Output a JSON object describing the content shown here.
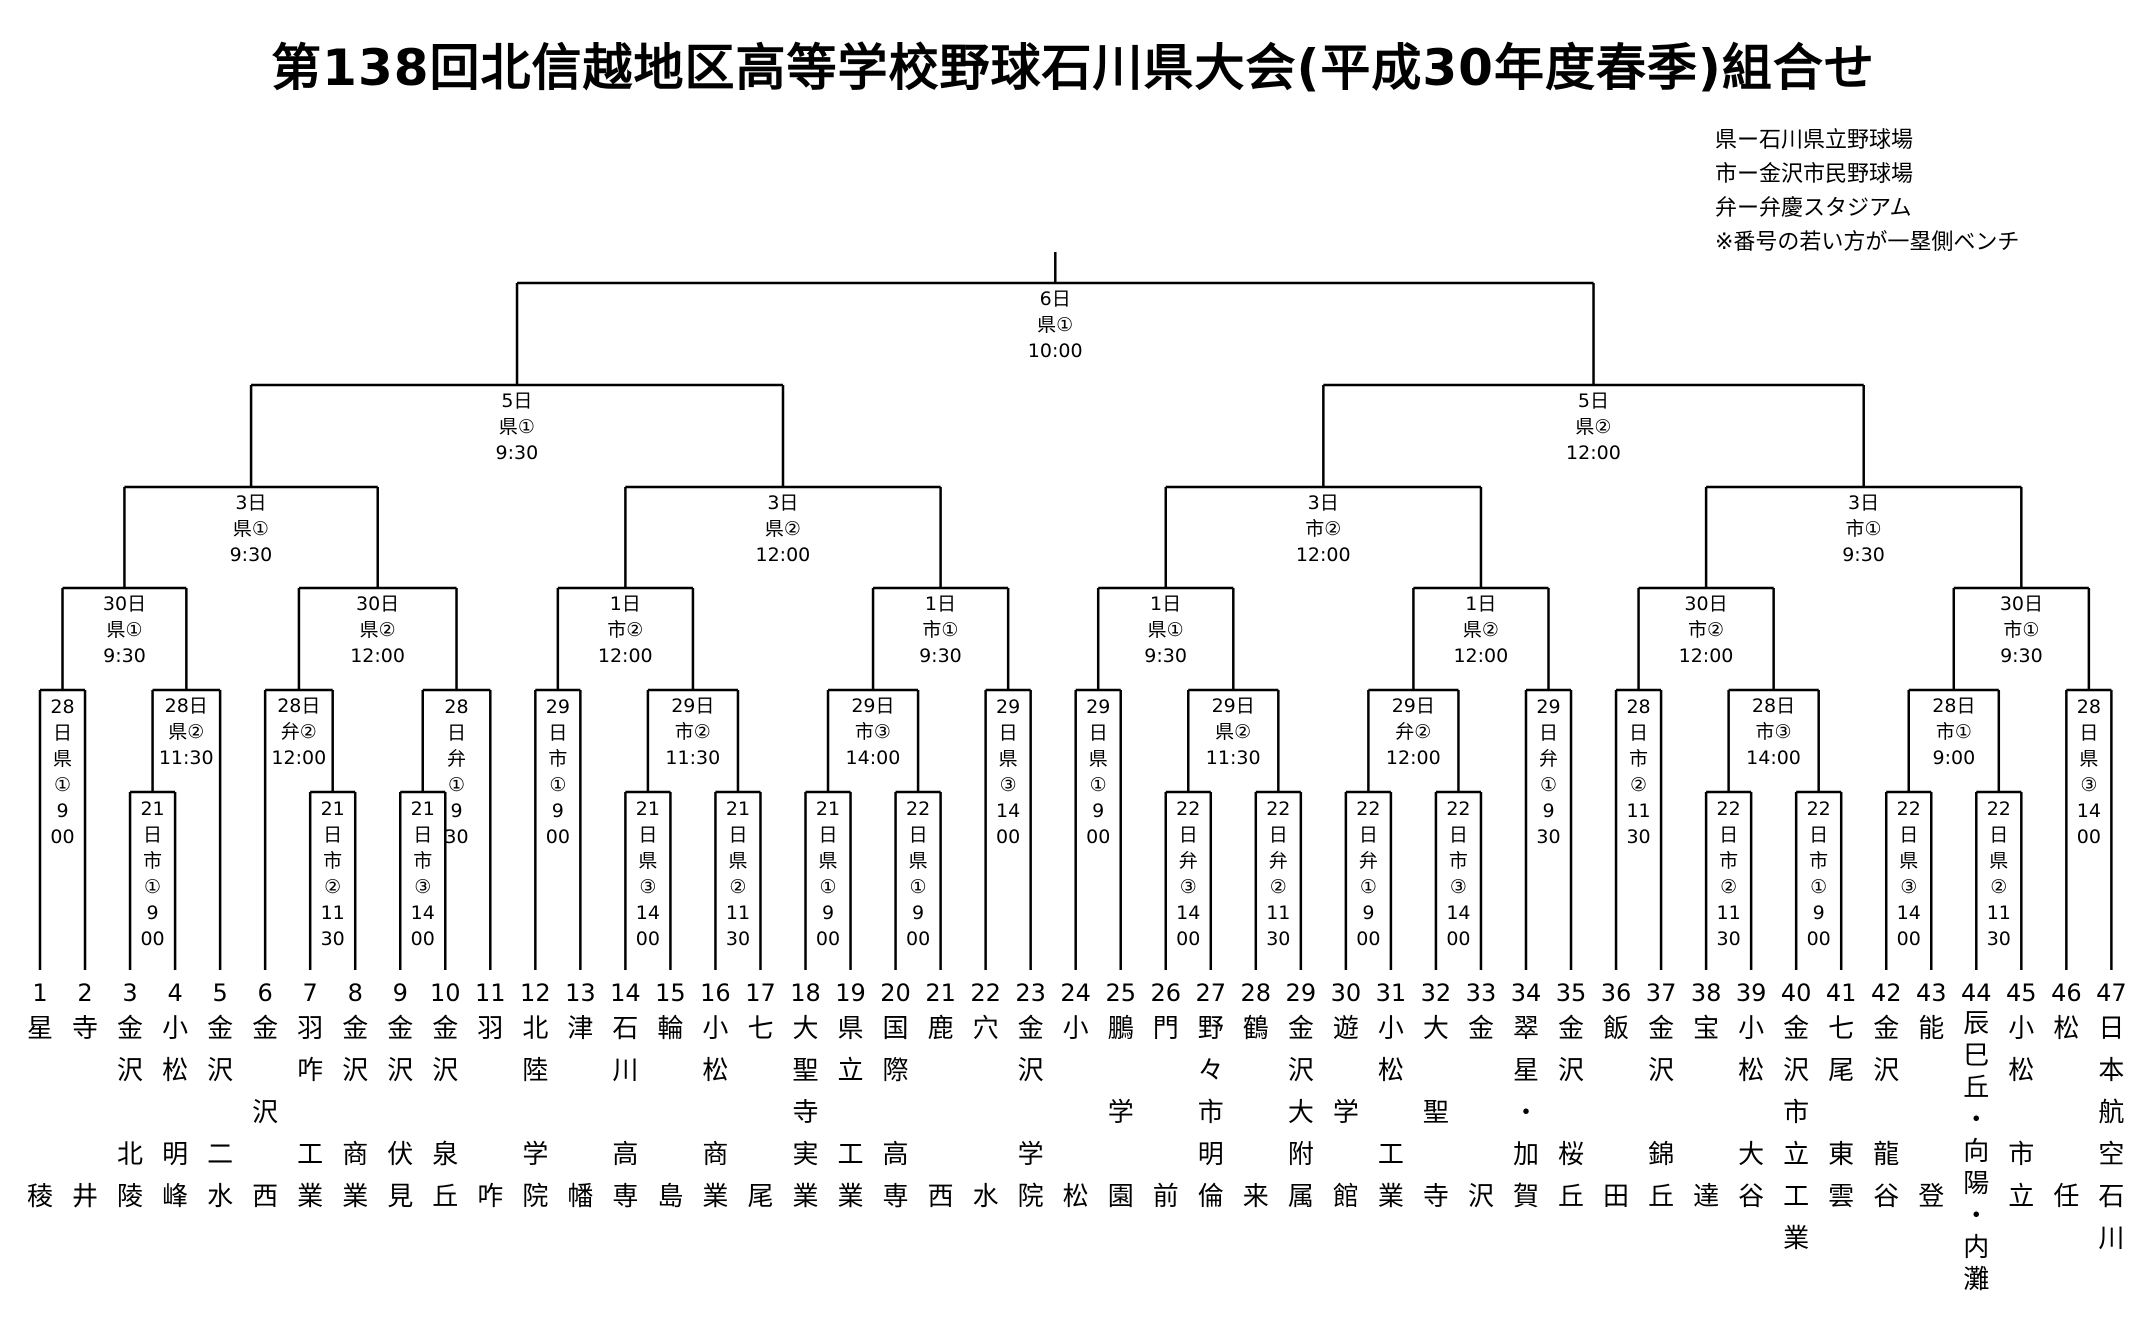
{
  "title": "第138回北信越地区高等学校野球石川県大会(平成30年度春季)組合せ",
  "legend": [
    "県ー石川県立野球場",
    "市ー金沢市民野球場",
    "弁ー弁慶スタジアム",
    "※番号の若い方が一塁側ベンチ"
  ],
  "teams": [
    {
      "num": "1",
      "name": [
        "星",
        "",
        "",
        "",
        "稜"
      ]
    },
    {
      "num": "2",
      "name": [
        "寺",
        "",
        "",
        "",
        "井"
      ]
    },
    {
      "num": "3",
      "name": [
        "金",
        "沢",
        "",
        "北",
        "陵"
      ]
    },
    {
      "num": "4",
      "name": [
        "小",
        "松",
        "",
        "明",
        "峰"
      ]
    },
    {
      "num": "5",
      "name": [
        "金",
        "沢",
        "",
        "二",
        "水"
      ]
    },
    {
      "num": "6",
      "name": [
        "金",
        "",
        "沢",
        "",
        "西"
      ]
    },
    {
      "num": "7",
      "name": [
        "羽",
        "咋",
        "",
        "工",
        "業"
      ]
    },
    {
      "num": "8",
      "name": [
        "金",
        "沢",
        "",
        "商",
        "業"
      ]
    },
    {
      "num": "9",
      "name": [
        "金",
        "沢",
        "",
        "伏",
        "見"
      ]
    },
    {
      "num": "10",
      "name": [
        "金",
        "沢",
        "",
        "泉",
        "丘"
      ]
    },
    {
      "num": "11",
      "name": [
        "羽",
        "",
        "",
        "",
        "咋"
      ]
    },
    {
      "num": "12",
      "name": [
        "北",
        "陸",
        "",
        "学",
        "院"
      ]
    },
    {
      "num": "13",
      "name": [
        "津",
        "",
        "",
        "",
        "幡"
      ]
    },
    {
      "num": "14",
      "name": [
        "石",
        "川",
        "",
        "高",
        "専"
      ]
    },
    {
      "num": "15",
      "name": [
        "輪",
        "",
        "",
        "",
        "島"
      ]
    },
    {
      "num": "16",
      "name": [
        "小",
        "松",
        "",
        "商",
        "業"
      ]
    },
    {
      "num": "17",
      "name": [
        "七",
        "",
        "",
        "",
        "尾"
      ]
    },
    {
      "num": "18",
      "name": [
        "大",
        "聖",
        "寺",
        "実",
        "業"
      ]
    },
    {
      "num": "19",
      "name": [
        "県",
        "立",
        "",
        "工",
        "業"
      ]
    },
    {
      "num": "20",
      "name": [
        "国",
        "際",
        "",
        "高",
        "専"
      ]
    },
    {
      "num": "21",
      "name": [
        "鹿",
        "",
        "",
        "",
        "西"
      ]
    },
    {
      "num": "22",
      "name": [
        "穴",
        "",
        "",
        "",
        "水"
      ]
    },
    {
      "num": "23",
      "name": [
        "金",
        "沢",
        "",
        "学",
        "院"
      ]
    },
    {
      "num": "24",
      "name": [
        "小",
        "",
        "",
        "",
        "松"
      ]
    },
    {
      "num": "25",
      "name": [
        "鵬",
        "",
        "学",
        "",
        "園"
      ]
    },
    {
      "num": "26",
      "name": [
        "門",
        "",
        "",
        "",
        "前"
      ]
    },
    {
      "num": "27",
      "name": [
        "野",
        "々",
        "市",
        "明",
        "倫"
      ]
    },
    {
      "num": "28",
      "name": [
        "鶴",
        "",
        "",
        "",
        "来"
      ]
    },
    {
      "num": "29",
      "name": [
        "金",
        "沢",
        "大",
        "附",
        "属"
      ]
    },
    {
      "num": "30",
      "name": [
        "遊",
        "",
        "学",
        "",
        "館"
      ]
    },
    {
      "num": "31",
      "name": [
        "小",
        "松",
        "",
        "工",
        "業"
      ]
    },
    {
      "num": "32",
      "name": [
        "大",
        "",
        "聖",
        "",
        "寺"
      ]
    },
    {
      "num": "33",
      "name": [
        "金",
        "",
        "",
        "",
        "沢"
      ]
    },
    {
      "num": "34",
      "name": [
        "翠",
        "星",
        "・",
        "加",
        "賀"
      ]
    },
    {
      "num": "35",
      "name": [
        "金",
        "沢",
        "",
        "桜",
        "丘"
      ]
    },
    {
      "num": "36",
      "name": [
        "飯",
        "",
        "",
        "",
        "田"
      ]
    },
    {
      "num": "37",
      "name": [
        "金",
        "沢",
        "",
        "錦",
        "丘"
      ]
    },
    {
      "num": "38",
      "name": [
        "宝",
        "",
        "",
        "",
        "達"
      ]
    },
    {
      "num": "39",
      "name": [
        "小",
        "松",
        "",
        "大",
        "谷"
      ]
    },
    {
      "num": "40",
      "name": [
        "金",
        "沢",
        "市",
        "立",
        "工",
        "業"
      ]
    },
    {
      "num": "41",
      "name": [
        "七",
        "尾",
        "",
        "東",
        "雲"
      ]
    },
    {
      "num": "42",
      "name": [
        "金",
        "沢",
        "",
        "龍",
        "谷"
      ]
    },
    {
      "num": "43",
      "name": [
        "能",
        "",
        "",
        "",
        "登"
      ]
    },
    {
      "num": "44",
      "name": [
        "辰",
        "巳",
        "丘",
        "・",
        "向",
        "陽",
        "・",
        "内",
        "灘"
      ]
    },
    {
      "num": "45",
      "name": [
        "小",
        "松",
        "",
        "市",
        "立"
      ]
    },
    {
      "num": "46",
      "name": [
        "松",
        "",
        "",
        "",
        "任"
      ]
    },
    {
      "num": "47",
      "name": [
        "日",
        "本",
        "航",
        "空",
        "石",
        "川"
      ]
    }
  ],
  "games": {
    "final": [
      "6日",
      "県①",
      "10:00"
    ],
    "sf_left": [
      "5日",
      "県①",
      "9:30"
    ],
    "sf_right": [
      "5日",
      "県②",
      "12:00"
    ],
    "qf1": [
      "3日",
      "県①",
      "9:30"
    ],
    "qf2": [
      "3日",
      "県②",
      "12:00"
    ],
    "qf3": [
      "3日",
      "市②",
      "12:00"
    ],
    "qf4": [
      "3日",
      "市①",
      "9:30"
    ],
    "r3_1": [
      "30日",
      "県①",
      "9:30"
    ],
    "r3_2": [
      "30日",
      "県②",
      "12:00"
    ],
    "r3_3": [
      "1日",
      "市②",
      "12:00"
    ],
    "r3_4": [
      "1日",
      "市①",
      "9:30"
    ],
    "r3_5": [
      "1日",
      "県①",
      "9:30"
    ],
    "r3_6": [
      "1日",
      "県②",
      "12:00"
    ],
    "r3_7": [
      "30日",
      "市②",
      "12:00"
    ],
    "r3_8": [
      "30日",
      "市①",
      "9:30"
    ],
    "r2h_1": [
      "28日",
      "県②",
      "11:30"
    ],
    "r2h_2": [
      "28日",
      "弁②",
      "12:00"
    ],
    "r2h_3": [
      "29日",
      "市②",
      "11:30"
    ],
    "r2h_4": [
      "29日",
      "市③",
      "14:00"
    ],
    "r2h_5": [
      "29日",
      "県②",
      "11:30"
    ],
    "r2h_6": [
      "29日",
      "弁②",
      "12:00"
    ],
    "r2h_7": [
      "28日",
      "市③",
      "14:00"
    ],
    "r2h_8": [
      "28日",
      "市①",
      "9:00"
    ],
    "r2v_1": [
      "28",
      "日",
      "県",
      "①",
      "9",
      "00"
    ],
    "r2v_2": [
      "28",
      "日",
      "弁",
      "①",
      "9",
      "30"
    ],
    "r2v_3": [
      "29",
      "日",
      "市",
      "①",
      "9",
      "00"
    ],
    "r2v_4": [
      "29",
      "日",
      "県",
      "③",
      "14",
      "00"
    ],
    "r2v_5": [
      "29",
      "日",
      "県",
      "①",
      "9",
      "00"
    ],
    "r2v_6": [
      "29",
      "日",
      "弁",
      "①",
      "9",
      "30"
    ],
    "r2v_7": [
      "28",
      "日",
      "市",
      "②",
      "11",
      "30"
    ],
    "r2v_8": [
      "28",
      "日",
      "県",
      "③",
      "14",
      "00"
    ],
    "r1_1": [
      "21",
      "日",
      "市",
      "①",
      "9",
      "00"
    ],
    "r1_2": [
      "21",
      "日",
      "市",
      "②",
      "11",
      "30"
    ],
    "r1_3": [
      "21",
      "日",
      "市",
      "③",
      "14",
      "00"
    ],
    "r1_4": [
      "21",
      "日",
      "県",
      "③",
      "14",
      "00"
    ],
    "r1_5": [
      "21",
      "日",
      "県",
      "②",
      "11",
      "30"
    ],
    "r1_6": [
      "21",
      "日",
      "県",
      "①",
      "9",
      "00"
    ],
    "r1_7": [
      "22",
      "日",
      "県",
      "①",
      "9",
      "00"
    ],
    "r1_8": [
      "22",
      "日",
      "弁",
      "③",
      "14",
      "00"
    ],
    "r1_9": [
      "22",
      "日",
      "弁",
      "②",
      "11",
      "30"
    ],
    "r1_10": [
      "22",
      "日",
      "弁",
      "①",
      "9",
      "00"
    ],
    "r1_11": [
      "22",
      "日",
      "市",
      "③",
      "14",
      "00"
    ],
    "r1_12": [
      "22",
      "日",
      "市",
      "②",
      "11",
      "30"
    ],
    "r1_13": [
      "22",
      "日",
      "市",
      "①",
      "9",
      "00"
    ],
    "r1_14": [
      "22",
      "日",
      "県",
      "③",
      "14",
      "00"
    ],
    "r1_15": [
      "22",
      "日",
      "県",
      "②",
      "11",
      "30"
    ]
  }
}
